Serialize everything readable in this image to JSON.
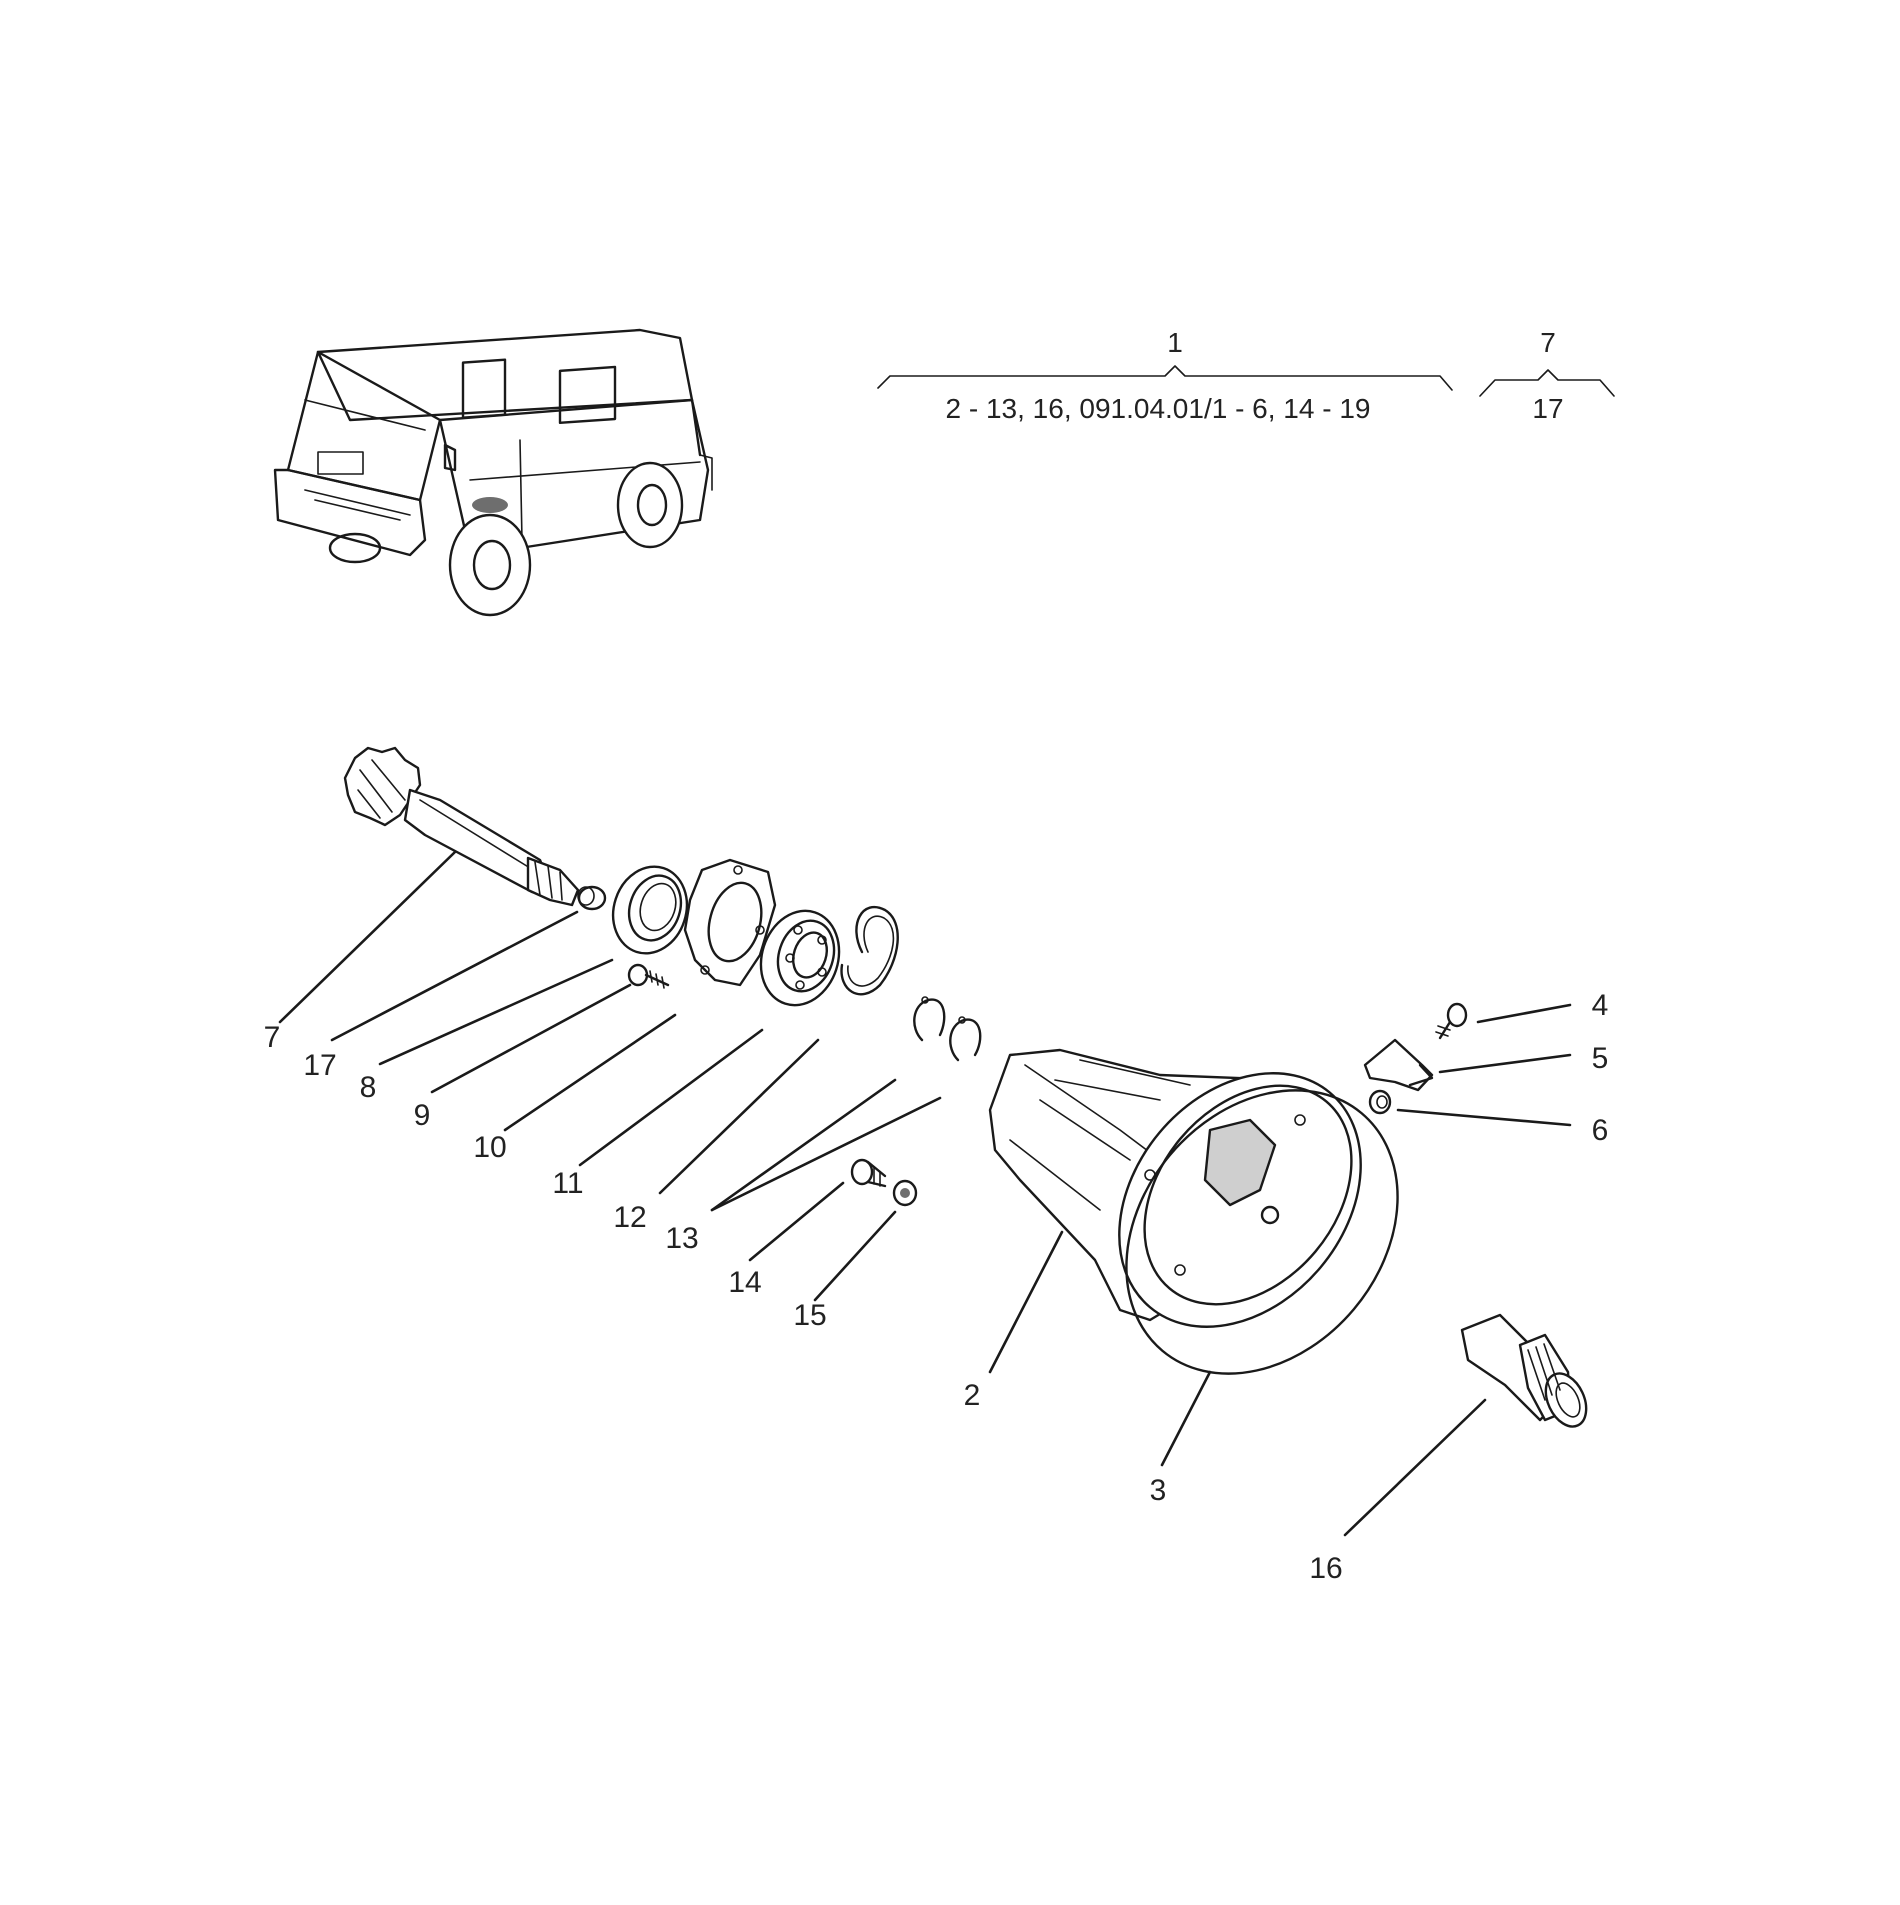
{
  "assembly_header": {
    "group_1": {
      "number": "1",
      "range": "2 - 13, 16, 091.04.01/1 - 6, 14 - 19"
    },
    "group_7": {
      "number": "7",
      "range": "17"
    }
  },
  "callouts": [
    {
      "id": "c7",
      "label": "7"
    },
    {
      "id": "c17",
      "label": "17"
    },
    {
      "id": "c8",
      "label": "8"
    },
    {
      "id": "c9",
      "label": "9"
    },
    {
      "id": "c10",
      "label": "10"
    },
    {
      "id": "c11",
      "label": "11"
    },
    {
      "id": "c12",
      "label": "12"
    },
    {
      "id": "c13",
      "label": "13"
    },
    {
      "id": "c14",
      "label": "14"
    },
    {
      "id": "c15",
      "label": "15"
    },
    {
      "id": "c2",
      "label": "2"
    },
    {
      "id": "c3",
      "label": "3"
    },
    {
      "id": "c16",
      "label": "16"
    },
    {
      "id": "c4",
      "label": "4"
    },
    {
      "id": "c5",
      "label": "5"
    },
    {
      "id": "c6",
      "label": "6"
    }
  ],
  "icons": {
    "vehicle": "vehicle-locator-icon",
    "shaft": "gear-shaft-icon",
    "housing": "housing-icon"
  }
}
